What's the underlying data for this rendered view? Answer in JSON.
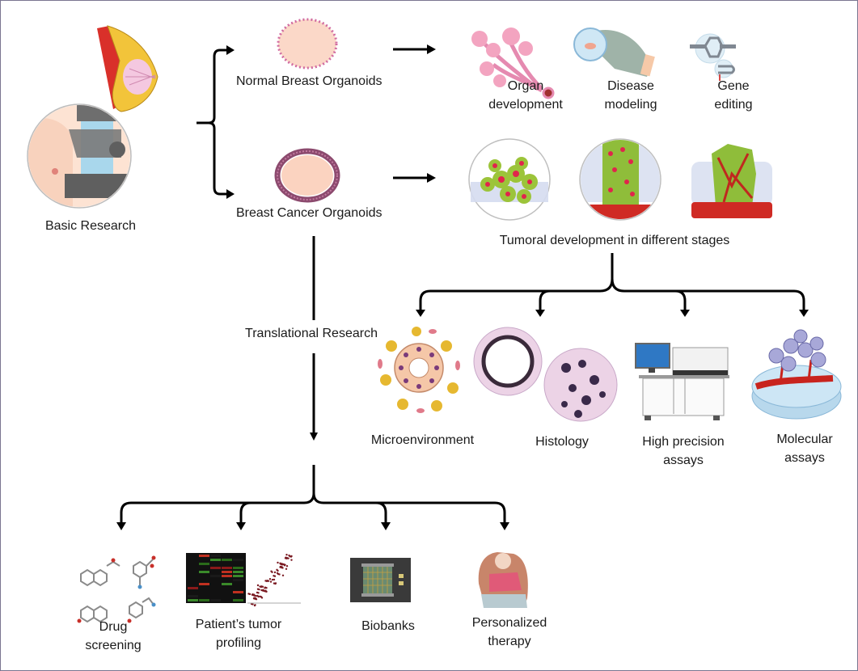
{
  "diagram": {
    "title": "Breast organoids: basic and translational research applications",
    "colors": {
      "border": "#7a7590",
      "arrow": "#000000",
      "text": "#1a1a1a"
    },
    "basic_research": {
      "label": "Basic Research",
      "icon": "mammography-icon"
    },
    "organoids": [
      {
        "label": "Normal Breast Organoids",
        "icon": "normal-organoid-icon"
      },
      {
        "label": "Breast Cancer Organoids",
        "icon": "cancer-organoid-icon"
      }
    ],
    "normal_applications": [
      {
        "line1": "Organ",
        "line2": "development",
        "icon": "mammary-gland-icon"
      },
      {
        "line1": "Disease",
        "line2": "modeling",
        "icon": "gloved-hand-dish-icon"
      },
      {
        "line1": "Gene",
        "line2": "editing",
        "icon": "dna-editing-icon"
      }
    ],
    "tumoral": {
      "label": "Tumoral development in different stages",
      "stages": 3
    },
    "tumoral_branches": [
      {
        "line1": "Microenvironment",
        "line2": "",
        "icon": "microenvironment-icon"
      },
      {
        "line1": "Histology",
        "line2": "",
        "icon": "histology-icon"
      },
      {
        "line1": "High precision",
        "line2": "assays",
        "icon": "lab-instrument-icon"
      },
      {
        "line1": "Molecular",
        "line2": "assays",
        "icon": "cells-vessel-dish-icon"
      }
    ],
    "translational": {
      "label": "Translational Research"
    },
    "translational_branches": [
      {
        "line1": "Drug",
        "line2": "screening",
        "icon": "molecules-icon"
      },
      {
        "line1": "Patient’s tumor",
        "line2": "profiling",
        "icon": "heatmap-scatter-icon"
      },
      {
        "line1": "Biobanks",
        "line2": "",
        "icon": "biobank-icon"
      },
      {
        "line1": "Personalized",
        "line2": "therapy",
        "icon": "patient-icon"
      }
    ]
  }
}
